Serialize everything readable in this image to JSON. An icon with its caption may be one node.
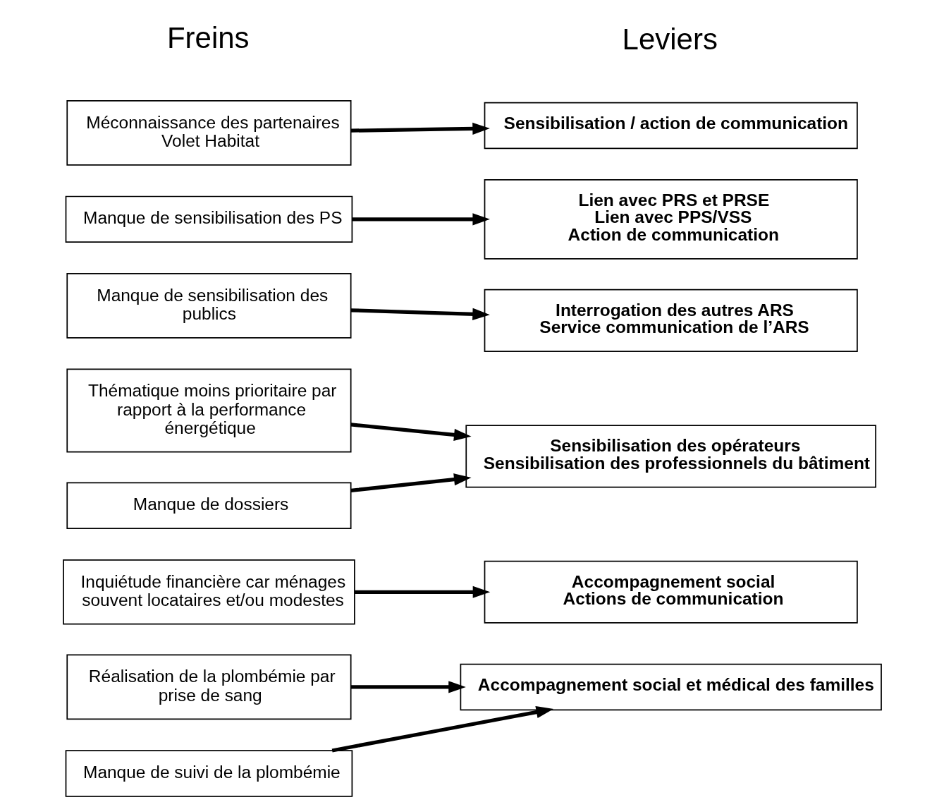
{
  "diagram": {
    "nodes": [
      {
        "text": [
          "Méconnaissance des partenaires",
          "Volet Habitat"
        ]
      },
      {
        "text": [
          "Manque de sensibilisation des PS"
        ]
      },
      {
        "text": [
          "Manque de sensibilisation des publics"
        ]
      },
      {
        "text": [
          "Thématique moins prioritaire par rapport à la performance énergétique"
        ]
      },
      {
        "text": [
          "Manque de dossiers"
        ]
      },
      {
        "text": [
          "Inquiétude financière car ménages souvent locataires et/ou modestes"
        ]
      },
      {
        "text": [
          "Réalisation de la plombémie par prise de sang"
        ]
      },
      {
        "text": [
          "Manque de suivi de la plombémie"
        ]
      },
      {
        "text": [
          "Sensibilisation / action de communication"
        ]
      },
      {
        "text": [
          "Lien avec PRS et PRSE",
          "Lien avec PPS/VSS",
          "Action de communication"
        ]
      },
      {
        "text": [
          "Interrogation des autres ARS",
          "Service communication de l’ARS"
        ]
      },
      {
        "text": [
          "Sensibilisation des opérateurs",
          "Sensibilisation des professionnels du bâtiment"
        ]
      },
      {
        "text": [
          "Accompagnement social",
          "Actions de communication"
        ]
      },
      {
        "text": [
          "Accompagnement social et médical des familles"
        ]
      }
    ],
    "edges": [
      {
        "from": 0,
        "to": 8,
        "arrow": "to"
      },
      {
        "from": 1,
        "to": 9,
        "arrow": "to"
      },
      {
        "from": 2,
        "to": 10,
        "arrow": "to"
      },
      {
        "from": 3,
        "to": 11,
        "arrow": "to"
      },
      {
        "from": 4,
        "to": 11,
        "arrow": "to"
      },
      {
        "from": 5,
        "to": 12,
        "arrow": "to"
      },
      {
        "from": 6,
        "to": 13,
        "arrow": "to"
      },
      {
        "from": 7,
        "to": 13,
        "arrow": "to"
      }
    ],
    "labels": [
      "Freins",
      "Leviers"
    ]
  }
}
